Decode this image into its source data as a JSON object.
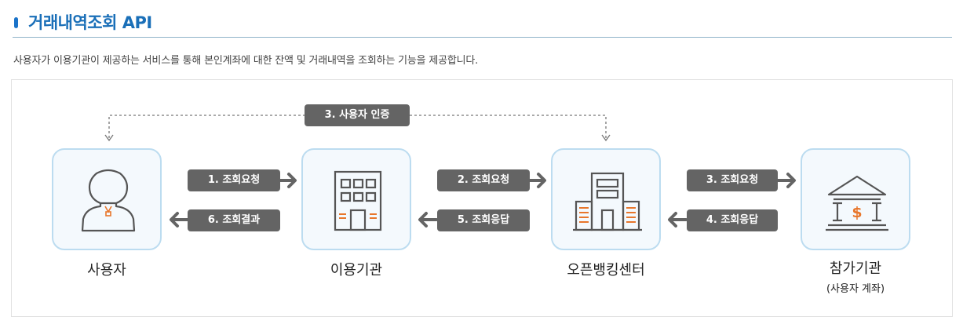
{
  "header": {
    "title": "거래내역조회 API"
  },
  "description": "사용자가 이용기관이 제공하는 서비스를 통해 본인계좌에 대한 잔액 및 거래내역을 조회하는 기능을 제공합니다.",
  "diagram": {
    "auth_label": "3. 사용자 인증",
    "nodes": {
      "user": {
        "label": "사용자",
        "icon": "user-icon"
      },
      "institution": {
        "label": "이용기관",
        "icon": "building-icon"
      },
      "center": {
        "label": "오픈뱅킹센터",
        "icon": "office-building-icon"
      },
      "bank": {
        "label": "참가기관",
        "sublabel": "(사용자 계좌)",
        "icon": "bank-icon"
      }
    },
    "arrows": {
      "a1": "1. 조회요청",
      "a6": "6. 조회결과",
      "a2": "2. 조회요청",
      "a5": "5. 조회응답",
      "a3": "3. 조회요청",
      "a4": "4. 조회응답"
    }
  },
  "colors": {
    "accent": "#1a6fb8",
    "node_border": "#bcdcf0",
    "pill": "#646464",
    "icon_stroke": "#555555",
    "icon_accent": "#e8762b"
  }
}
